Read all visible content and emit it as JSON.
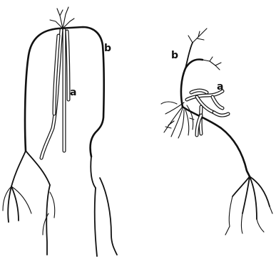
{
  "figure": {
    "left_panel": {
      "label_a": "a",
      "label_b": "b"
    },
    "right_panel": {
      "label_a": "a",
      "label_b": "b"
    },
    "colors": {
      "ink": "#111111",
      "background": "#ffffff"
    }
  }
}
